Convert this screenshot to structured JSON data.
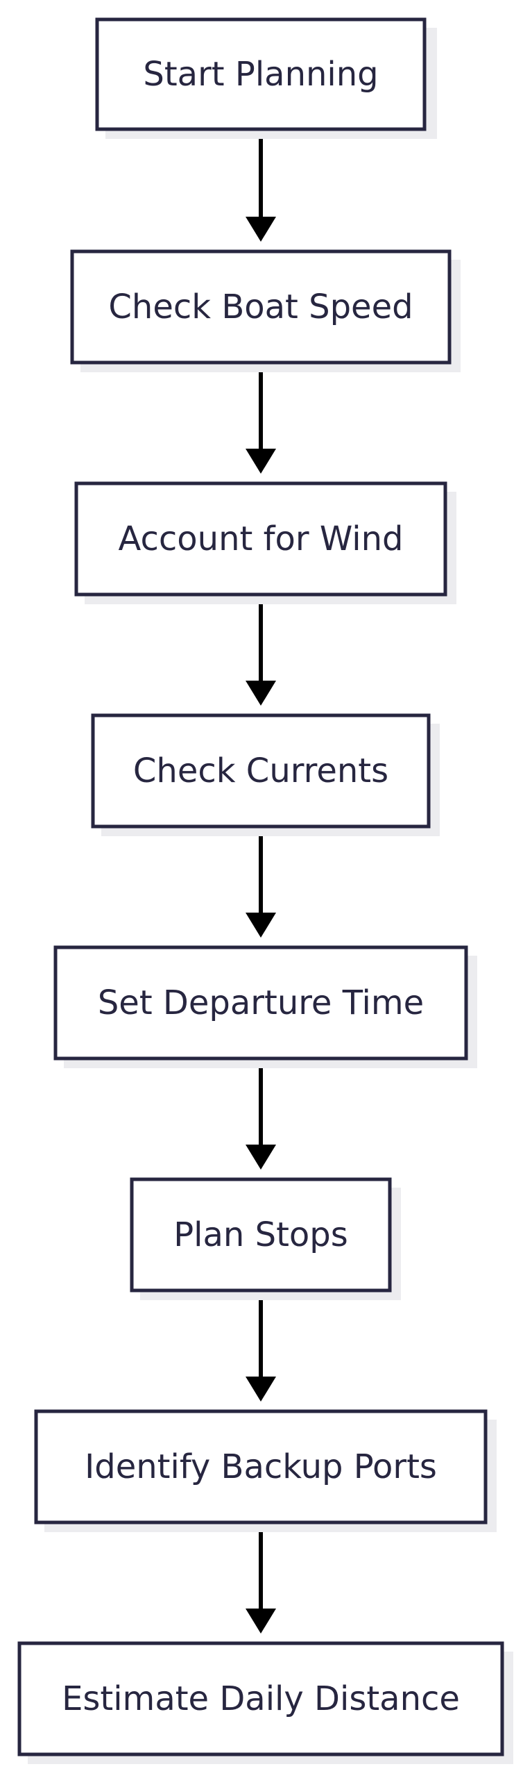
{
  "flowchart": {
    "nodes": [
      {
        "id": "start-planning",
        "label": "Start Planning"
      },
      {
        "id": "check-boat-speed",
        "label": "Check Boat Speed"
      },
      {
        "id": "account-for-wind",
        "label": "Account for Wind"
      },
      {
        "id": "check-currents",
        "label": "Check Currents"
      },
      {
        "id": "set-departure-time",
        "label": "Set Departure Time"
      },
      {
        "id": "plan-stops",
        "label": "Plan Stops"
      },
      {
        "id": "identify-backup-ports",
        "label": "Identify Backup Ports"
      },
      {
        "id": "estimate-daily-distance",
        "label": "Estimate Daily Distance"
      }
    ],
    "edges": [
      {
        "from": "start-planning",
        "to": "check-boat-speed"
      },
      {
        "from": "check-boat-speed",
        "to": "account-for-wind"
      },
      {
        "from": "account-for-wind",
        "to": "check-currents"
      },
      {
        "from": "check-currents",
        "to": "set-departure-time"
      },
      {
        "from": "set-departure-time",
        "to": "plan-stops"
      },
      {
        "from": "plan-stops",
        "to": "identify-backup-ports"
      },
      {
        "from": "identify-backup-ports",
        "to": "estimate-daily-distance"
      }
    ],
    "colors": {
      "node_border": "#272640",
      "node_fill": "#ffffff",
      "node_text": "#272640",
      "node_shadow": "#ececef",
      "edge": "#000000"
    }
  }
}
